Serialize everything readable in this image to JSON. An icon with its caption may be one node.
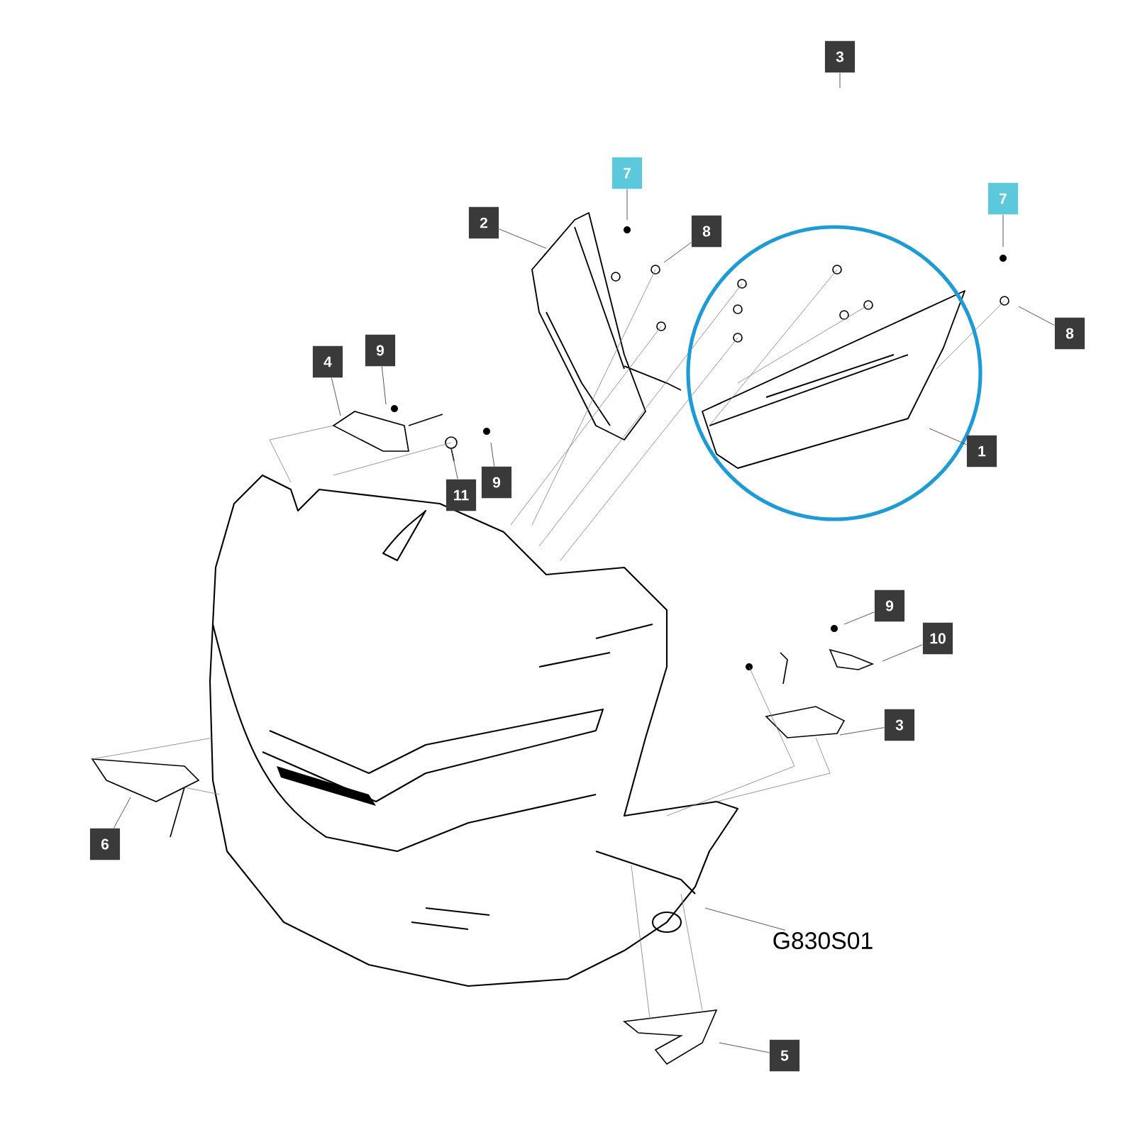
{
  "diagram": {
    "nodes": [
      {
        "text": [
          "3"
        ]
      },
      {
        "text": [
          "7"
        ]
      },
      {
        "text": [
          "2"
        ]
      },
      {
        "text": [
          "8"
        ]
      },
      {
        "text": [
          "7"
        ]
      },
      {
        "text": [
          "4"
        ]
      },
      {
        "text": [
          "9"
        ]
      },
      {
        "text": [
          "8"
        ]
      },
      {
        "text": [
          "1"
        ]
      },
      {
        "text": [
          "11"
        ]
      },
      {
        "text": [
          "9"
        ]
      },
      {
        "text": [
          "9"
        ]
      },
      {
        "text": [
          "10"
        ]
      },
      {
        "text": [
          "3"
        ]
      },
      {
        "text": [
          "6"
        ]
      },
      {
        "text": [
          "5"
        ]
      },
      {
        "text": [
          "G830S01"
        ]
      }
    ],
    "edges": [
      {
        "from": 0,
        "to": null,
        "arrow": "none"
      },
      {
        "from": 1,
        "to": null,
        "arrow": "none"
      },
      {
        "from": 2,
        "to": null,
        "arrow": "none"
      },
      {
        "from": 3,
        "to": null,
        "arrow": "none"
      },
      {
        "from": 4,
        "to": null,
        "arrow": "none"
      },
      {
        "from": 5,
        "to": null,
        "arrow": "none"
      },
      {
        "from": 6,
        "to": null,
        "arrow": "none"
      },
      {
        "from": 7,
        "to": null,
        "arrow": "none"
      },
      {
        "from": 8,
        "to": null,
        "arrow": "none"
      },
      {
        "from": 9,
        "to": null,
        "arrow": "none"
      },
      {
        "from": 10,
        "to": null,
        "arrow": "none"
      },
      {
        "from": 11,
        "to": null,
        "arrow": "none"
      },
      {
        "from": 12,
        "to": null,
        "arrow": "none"
      },
      {
        "from": 13,
        "to": null,
        "arrow": "none"
      },
      {
        "from": 14,
        "to": null,
        "arrow": "none"
      },
      {
        "from": 15,
        "to": null,
        "arrow": "none"
      },
      {
        "from": 16,
        "to": null,
        "arrow": "none"
      }
    ]
  }
}
